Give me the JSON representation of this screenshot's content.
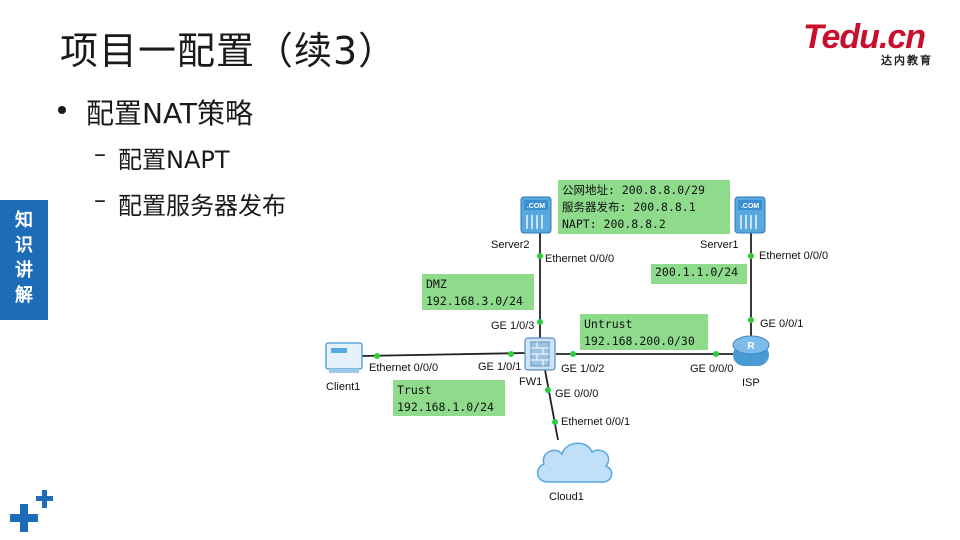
{
  "slide": {
    "title": "项目一配置（续3）",
    "bullets": [
      {
        "text": "配置NAT策略",
        "children": [
          {
            "dash": "–",
            "text": "配置NAPT"
          },
          {
            "dash": "–",
            "text": "配置服务器发布"
          }
        ]
      }
    ]
  },
  "logo": {
    "main": "Tedu.cn",
    "sub": "达内教育"
  },
  "side_tab": {
    "chars": [
      "知",
      "识",
      "讲",
      "解"
    ]
  },
  "diagram": {
    "devices": [
      {
        "id": "server2",
        "label": "Server2",
        "icon": "server-icon"
      },
      {
        "id": "server1",
        "label": "Server1",
        "icon": "server-icon"
      },
      {
        "id": "client1",
        "label": "Client1",
        "icon": "pc-icon"
      },
      {
        "id": "fw1",
        "label": "FW1",
        "icon": "firewall-icon"
      },
      {
        "id": "isp",
        "label": "ISP",
        "icon": "router-icon"
      },
      {
        "id": "cloud1",
        "label": "Cloud1",
        "icon": "cloud-icon"
      }
    ],
    "ports": {
      "server2_eth": "Ethernet 0/0/0",
      "server1_eth": "Ethernet 0/0/0",
      "client1_eth": "Ethernet 0/0/0",
      "fw1_ge103": "GE 1/0/3",
      "fw1_ge101": "GE 1/0/1",
      "fw1_ge102": "GE 1/0/2",
      "fw1_ge000": "GE 0/0/0",
      "isp_ge001": "GE 0/0/1",
      "isp_ge000": "GE 0/0/0",
      "cloud1_eth": "Ethernet 0/0/1"
    },
    "server_badge": ".COM",
    "notes": {
      "public": [
        "公网地址: 200.8.8.0/29",
        "服务器发布: 200.8.8.1",
        "NAPT: 200.8.8.2"
      ],
      "server1_net": [
        "200.1.1.0/24"
      ],
      "dmz": [
        "DMZ",
        "192.168.3.0/24"
      ],
      "untrust": [
        "Untrust",
        "192.168.200.0/30"
      ],
      "trust": [
        "Trust",
        "192.168.1.0/24"
      ]
    }
  },
  "colors": {
    "note_bg": "#8ddb8b",
    "side_tab_bg": "#1e6bb8",
    "logo_red": "#c8102e",
    "plus_blue": "#1e6bb8",
    "link_dot": "#2ecc40"
  }
}
